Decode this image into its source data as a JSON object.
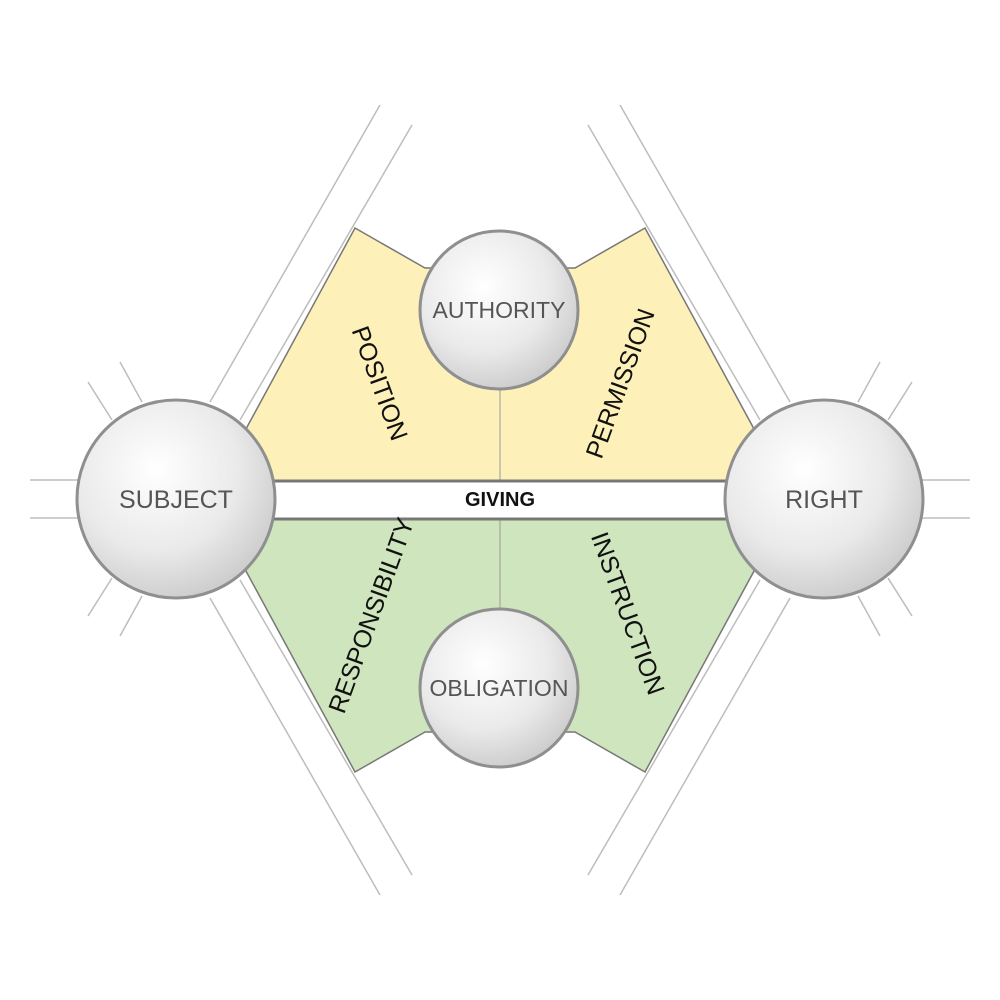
{
  "colors": {
    "upper_fill": "#fdf0b8",
    "lower_fill": "#cfe5bd",
    "line": "#bdbdbd",
    "edge": "#777777",
    "node_stroke": "#8f8f8f",
    "node_center": "#ffffff",
    "node_edge": "#c4c4c4"
  },
  "nodes": {
    "subject": "SUBJECT",
    "right": "RIGHT",
    "authority": "AUTHORITY",
    "obligation": "OBLIGATION"
  },
  "bar": {
    "label": "GIVING"
  },
  "labels": {
    "position": "POSITION",
    "permission": "PERMISSION",
    "responsibility": "RESPONSIBILITY",
    "instruction": "INSTRUCTION"
  }
}
